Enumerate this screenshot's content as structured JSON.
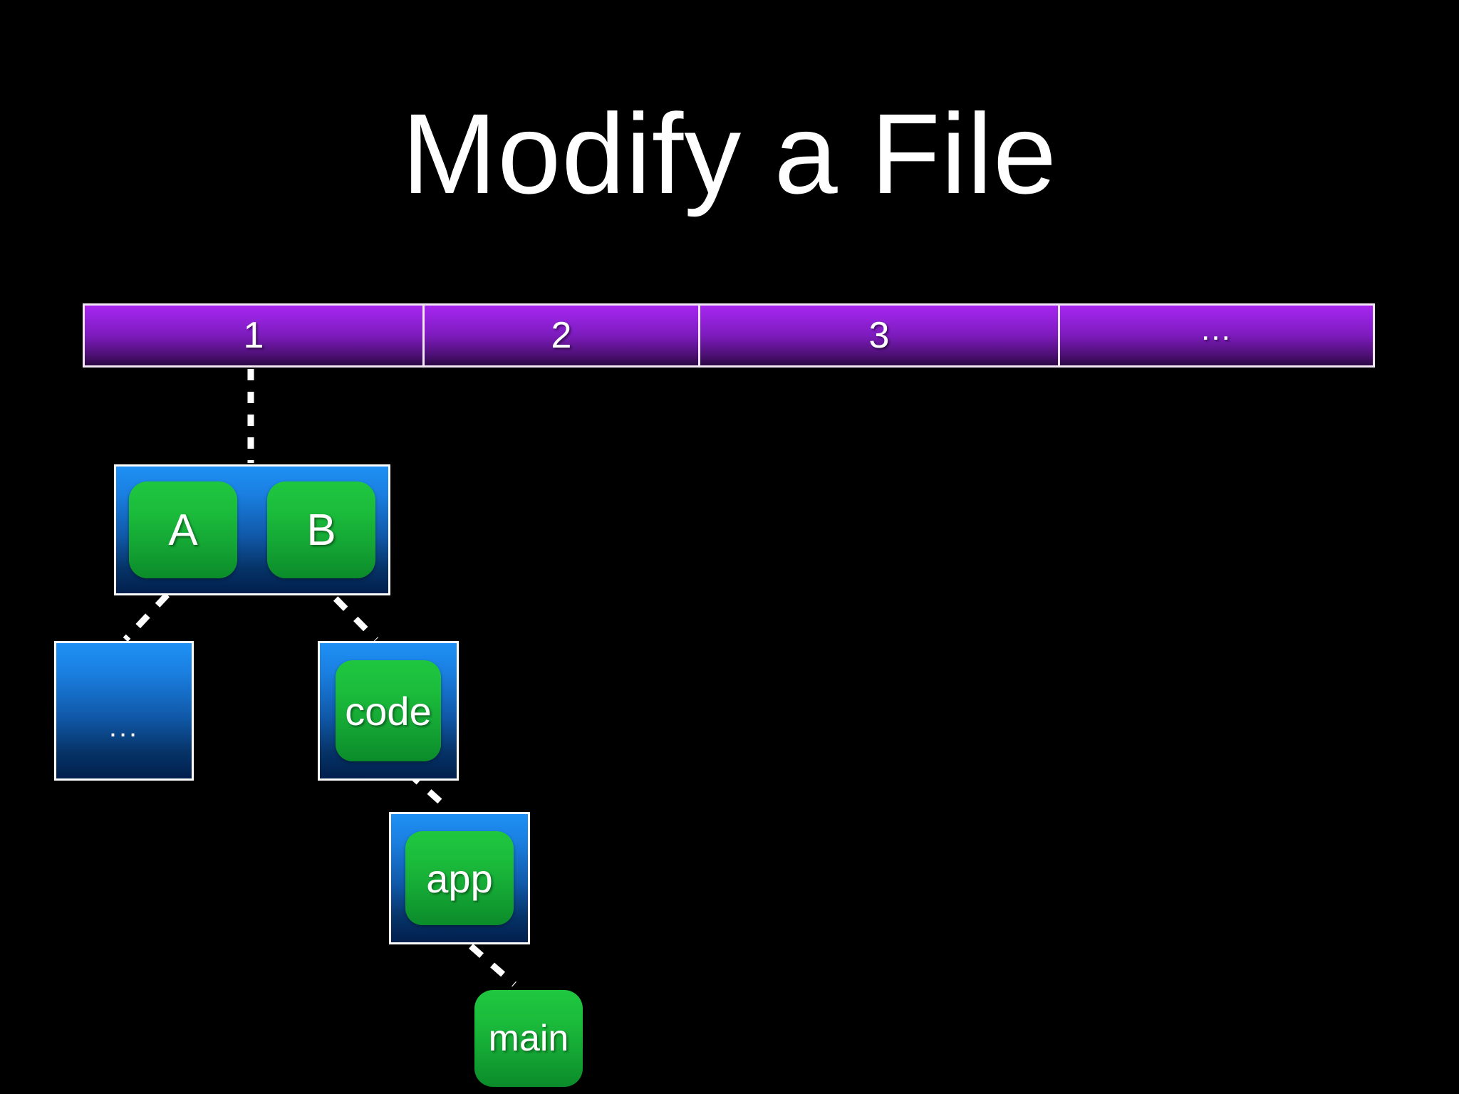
{
  "slide": {
    "title": "Modify a File",
    "background_color": "#000000",
    "title_color": "#ffffff"
  },
  "block_bar": {
    "name": "inode-block-bar",
    "border_color": "#ffffff",
    "fill_color_top": "#a825ef",
    "fill_color_bottom": "#2d0845",
    "cells": [
      {
        "label": "1"
      },
      {
        "label": "2"
      },
      {
        "label": "3"
      },
      {
        "label": "..."
      }
    ]
  },
  "tree": {
    "root_dir": {
      "name": "directory-a-b",
      "type": "directory",
      "color": "#1e90f5",
      "files": [
        {
          "label": "A",
          "type": "file",
          "color": "#1fc63f"
        },
        {
          "label": "B",
          "type": "file",
          "color": "#1fc63f"
        }
      ]
    },
    "dir_ellipsis": {
      "name": "directory-ellipsis",
      "type": "directory",
      "label": "...",
      "color": "#1e90f5"
    },
    "dir_code": {
      "name": "directory-code",
      "type": "directory",
      "color": "#1e90f5",
      "file": {
        "label": "code",
        "type": "file",
        "color": "#1fc63f"
      }
    },
    "dir_app": {
      "name": "directory-app",
      "type": "directory",
      "color": "#1e90f5",
      "file": {
        "label": "app",
        "type": "file",
        "color": "#1fc63f"
      }
    },
    "file_main": {
      "name": "file-main",
      "type": "file",
      "label": "main",
      "color": "#1fc63f"
    }
  },
  "connectors": {
    "style": "dashed",
    "color": "#ffffff",
    "edges": [
      {
        "from": "block-cell-1",
        "to": "directory-a-b"
      },
      {
        "from": "file-a",
        "to": "directory-ellipsis"
      },
      {
        "from": "file-b",
        "to": "directory-code"
      },
      {
        "from": "file-code",
        "to": "directory-app"
      },
      {
        "from": "file-app",
        "to": "file-main"
      }
    ]
  }
}
